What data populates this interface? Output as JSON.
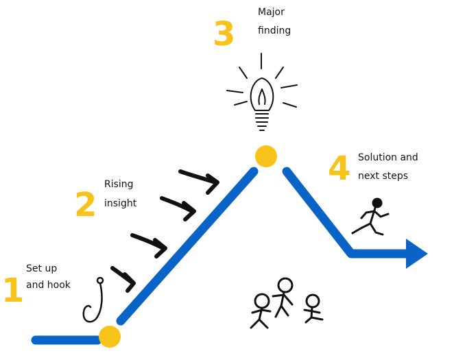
{
  "colors": {
    "path": "#0a64c8",
    "accent": "#f7c21a",
    "ink": "#111111",
    "background": "#ffffff"
  },
  "icons": [
    "fishing-hook-icon",
    "arrow-icon",
    "lightbulb-icon",
    "runner-icon",
    "stick-figures-icon"
  ],
  "stages": [
    {
      "number": "1",
      "line1": "Set up",
      "line2": "and hook"
    },
    {
      "number": "2",
      "line1": "Rising",
      "line2": "insight"
    },
    {
      "number": "3",
      "line1": "Major",
      "line2": "finding"
    },
    {
      "number": "4",
      "line1": "Solution and",
      "line2": "next steps"
    }
  ]
}
